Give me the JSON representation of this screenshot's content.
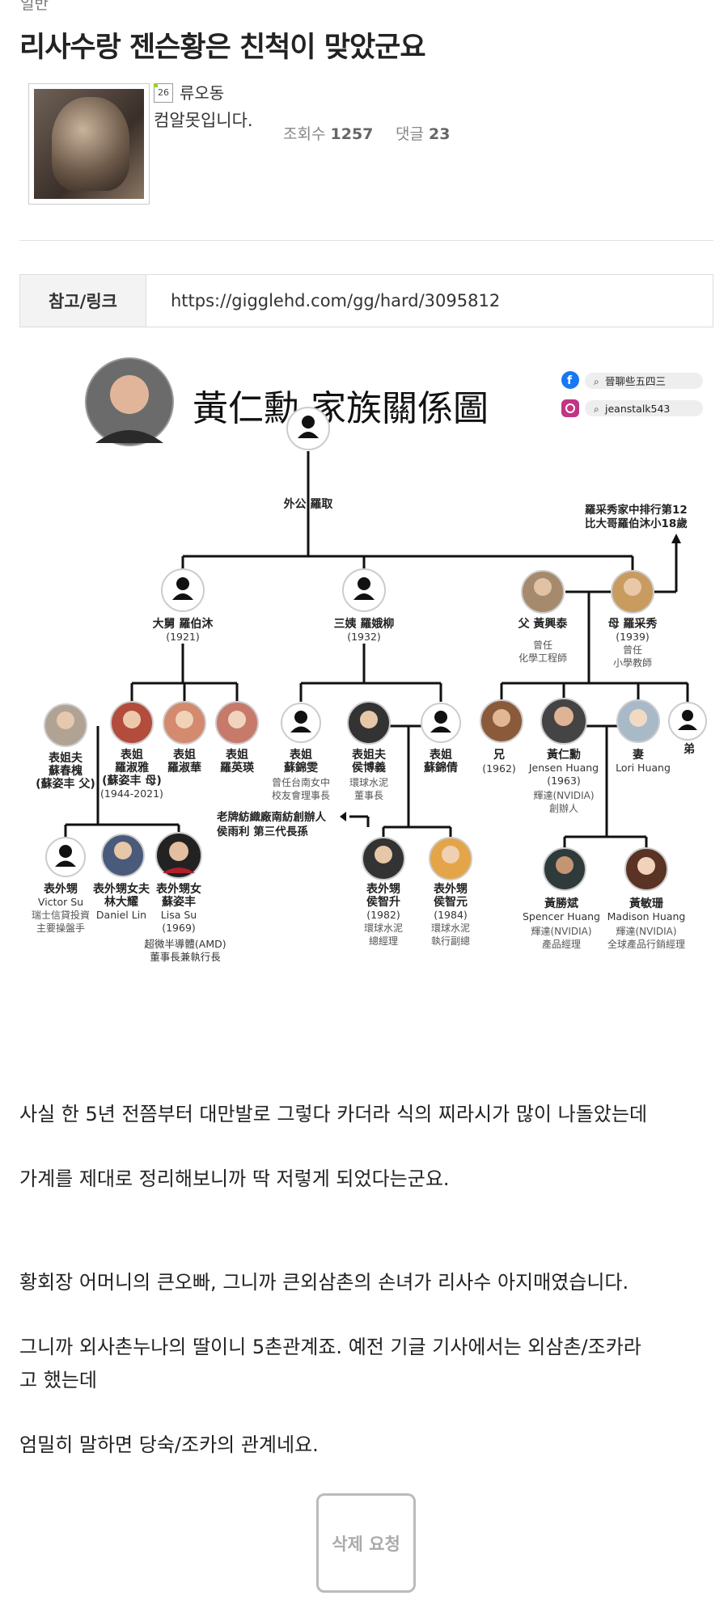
{
  "post": {
    "category": "일반",
    "title": "리사수랑 젠슨황은 친척이 맞았군요",
    "author": {
      "level": "26",
      "name": "류오동",
      "signature": "컴알못입니다."
    },
    "stats": {
      "views_label": "조회수",
      "views": "1257",
      "comments_label": "댓글",
      "comments": "23"
    },
    "reference": {
      "label": "참고/링크",
      "url": "https://gigglehd.com/gg/hard/3095812"
    }
  },
  "chart": {
    "title": "黃仁勳 家族關係圖",
    "social": {
      "facebook": "晉聊些五四三",
      "instagram": "jeanstalk543"
    },
    "nodes": {
      "grandpa": {
        "label": "外公 羅取"
      },
      "uncle": {
        "label": "大舅 羅伯沐",
        "year": "(1921)"
      },
      "aunt": {
        "label": "三姨 羅娥柳",
        "year": "(1932)"
      },
      "father": {
        "label": "父 黃興泰",
        "r1": "曾任",
        "r2": "化學工程師"
      },
      "mother": {
        "label": "母 羅采秀",
        "year": "(1939)",
        "r1": "曾任",
        "r2": "小學教師"
      },
      "cousin_bil": {
        "l1": "表姐夫",
        "l2": "蘇春槐",
        "l3": "(蘇姿丰 父)"
      },
      "cousin1": {
        "l1": "表姐",
        "l2": "羅淑雅",
        "l3": "(蘇姿丰 母)",
        "l4": "(1944-2021)"
      },
      "cousin2": {
        "l1": "表姐",
        "l2": "羅淑華"
      },
      "cousin3": {
        "l1": "表姐",
        "l2": "羅英瑛"
      },
      "cousin4": {
        "l1": "表姐",
        "l2": "蘇錦雯",
        "l3": "曾任台南女中",
        "l4": "校友會理事長"
      },
      "cousin5": {
        "l1": "表姐夫",
        "l2": "侯博義",
        "l3": "環球水泥",
        "l4": "董事長"
      },
      "cousin6": {
        "l1": "表姐",
        "l2": "蘇錦倩"
      },
      "brother_old": {
        "l1": "兄",
        "l2": "(1962)"
      },
      "jensen": {
        "l1": "黃仁勳",
        "l2": "Jensen Huang",
        "l3": "(1963)",
        "l4": "輝達(NVIDIA)",
        "l5": "創辦人"
      },
      "wife": {
        "l1": "妻",
        "l2": "Lori Huang"
      },
      "brother_young": {
        "l1": "弟"
      },
      "victor": {
        "l1": "表外甥",
        "l2": "Victor Su",
        "l3": "瑞士信貸投資",
        "l4": "主要操盤手"
      },
      "daniel": {
        "l1": "表外甥女夫",
        "l2": "林大耀",
        "l3": "Daniel Lin"
      },
      "lisa": {
        "l1": "表外甥女",
        "l2": "蘇姿丰",
        "l3": "Lisa Su",
        "l4": "(1969)",
        "l5": "超微半導體(AMD)",
        "l6": "董事長兼執行長"
      },
      "hou1": {
        "l1": "表外甥",
        "l2": "侯智升",
        "l3": "(1982)",
        "l4": "環球水泥",
        "l5": "總經理"
      },
      "hou2": {
        "l1": "表外甥",
        "l2": "侯智元",
        "l3": "(1984)",
        "l4": "環球水泥",
        "l5": "執行副總"
      },
      "spencer": {
        "l1": "黃勝斌",
        "l2": "Spencer Huang",
        "l3": "輝達(NVIDIA)",
        "l4": "產品經理"
      },
      "madison": {
        "l1": "黃敏珊",
        "l2": "Madison Huang",
        "l3": "輝達(NVIDIA)",
        "l4": "全球產品行銷經理"
      }
    },
    "notes": {
      "mother_note1": "羅采秀家中排行第12",
      "mother_note2": "比大哥羅伯沐小18歲",
      "hou_note1": "老牌紡織廠南紡創辦人",
      "hou_note2": "侯雨利 第三代長孫"
    }
  },
  "body": [
    "사실 한 5년 전쯤부터 대만발로 그렇다 카더라 식의 찌라시가 많이 나돌았는데",
    "가계를 제대로 정리해보니까 딱 저렇게 되었다는군요.",
    "황회장 어머니의 큰오빠, 그니까 큰외삼촌의 손녀가 리사수 아지매였습니다.",
    "그니까 외사촌누나의 딸이니 5촌관계죠. 예전 기글 기사에서는 외삼촌/조카라",
    "고 했는데",
    "엄밀히 말하면 당숙/조카의 관계네요."
  ],
  "delete_button": "삭제 요청",
  "colors": {
    "facebook": "#1877f2",
    "instagram": "#c13584",
    "line": "#111111"
  }
}
